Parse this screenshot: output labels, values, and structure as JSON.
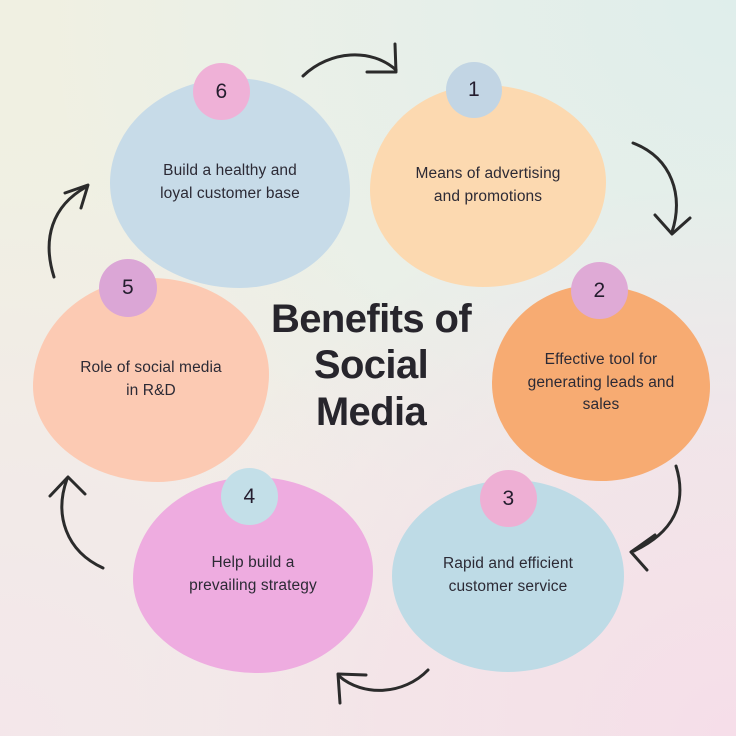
{
  "title": {
    "text": "Benefits of\nSocial\nMedia",
    "color": "#27252c"
  },
  "background": {
    "top_left": "#f0f0e2",
    "top_right": "#dfeeeb",
    "bottom_right": "#f6dde9",
    "bottom_left": "#f4e6ea"
  },
  "bubbles": [
    {
      "number": "1",
      "text": "Means of advertising\nand promotions",
      "fill": "#fcd9b0",
      "badge_fill": "#c2d5e4",
      "badge_text_color": "#27303b"
    },
    {
      "number": "2",
      "text": "Effective tool for\ngenerating leads and\nsales",
      "fill": "#f7ab72",
      "badge_fill": "#dfaad6",
      "badge_text_color": "#2c2338"
    },
    {
      "number": "3",
      "text": "Rapid and efficient\ncustomer service",
      "fill": "#bedbe6",
      "badge_fill": "#eeafd4",
      "badge_text_color": "#2c2338"
    },
    {
      "number": "4",
      "text": "Help build a\nprevailing strategy",
      "fill": "#eeace0",
      "badge_fill": "#c3dfe8",
      "badge_text_color": "#2c2338"
    },
    {
      "number": "5",
      "text": "Role of social media\nin R&D",
      "fill": "#fccab3",
      "badge_fill": "#dba6d6",
      "badge_text_color": "#2c2338"
    },
    {
      "number": "6",
      "text": "Build a healthy and\nloyal customer base",
      "fill": "#c7dbe8",
      "badge_fill": "#efb1d7",
      "badge_text_color": "#2c2338"
    }
  ],
  "arrows": [
    {
      "name": "arrow-top-6-to-1",
      "direction": "right-down"
    },
    {
      "name": "arrow-right-1-to-2",
      "direction": "down"
    },
    {
      "name": "arrow-lower-right-2-to-3",
      "direction": "down-left"
    },
    {
      "name": "arrow-bottom-3-to-4",
      "direction": "left-up"
    },
    {
      "name": "arrow-lower-left-4-to-5",
      "direction": "up"
    },
    {
      "name": "arrow-upper-left-5-to-6",
      "direction": "up-right"
    }
  ]
}
